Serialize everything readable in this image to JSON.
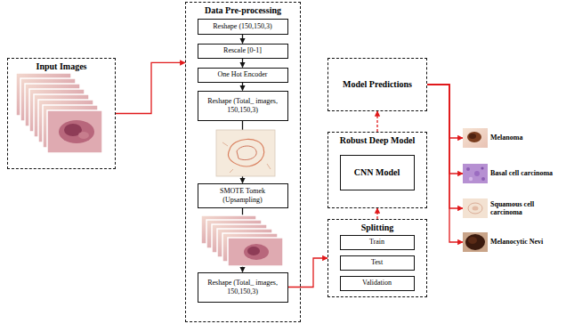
{
  "diagram": {
    "nodes": [
      {
        "text": [
          "Input Images"
        ]
      },
      {
        "text": [
          "Data Pre-processing"
        ]
      },
      {
        "text": [
          "Reshape (150,150,3)"
        ],
        "in": 1
      },
      {
        "text": [
          "Rescale [0-1]"
        ],
        "in": 1
      },
      {
        "text": [
          "One Hot Encoder"
        ],
        "in": 1
      },
      {
        "text": [
          "Reshape (Total_ images, 150,150,3)"
        ],
        "in": 1
      },
      {
        "text": [
          "SMOTE Tomek (Upsampling)"
        ],
        "in": 1
      },
      {
        "text": [
          "Reshape (Total_ images, 150,150,3)"
        ],
        "in": 1
      },
      {
        "text": [
          "Model Predictions"
        ]
      },
      {
        "text": [
          "Robust Deep Model"
        ]
      },
      {
        "text": [
          "CNN Model"
        ],
        "in": 9
      },
      {
        "text": [
          "Splitting"
        ]
      },
      {
        "text": [
          "Train"
        ],
        "in": 11
      },
      {
        "text": [
          "Test"
        ],
        "in": 11
      },
      {
        "text": [
          "Validation"
        ],
        "in": 11
      },
      {
        "text": [
          "Melanoma"
        ]
      },
      {
        "text": [
          "Basal cell carcinoma"
        ]
      },
      {
        "text": [
          "Squamous cell carcinoma"
        ]
      },
      {
        "text": [
          "Melanocytic Nevi"
        ]
      }
    ],
    "edges": [
      {
        "from": 0,
        "to": 1,
        "arrow": "to"
      },
      {
        "from": 2,
        "to": 3,
        "arrow": "to"
      },
      {
        "from": 3,
        "to": 4,
        "arrow": "to"
      },
      {
        "from": 4,
        "to": 5,
        "arrow": "to"
      },
      {
        "from": 5,
        "to": 6,
        "arrow": "to"
      },
      {
        "from": 6,
        "to": 7,
        "arrow": "to"
      },
      {
        "from": 7,
        "to": 11,
        "arrow": "to"
      },
      {
        "from": 11,
        "to": 9,
        "arrow": "to"
      },
      {
        "from": 9,
        "to": 8,
        "arrow": "to"
      },
      {
        "from": 8,
        "to": 15,
        "arrow": "to"
      },
      {
        "from": 8,
        "to": 16,
        "arrow": "to"
      },
      {
        "from": 8,
        "to": 17,
        "arrow": "to"
      },
      {
        "from": 8,
        "to": 18,
        "arrow": "to"
      }
    ]
  }
}
